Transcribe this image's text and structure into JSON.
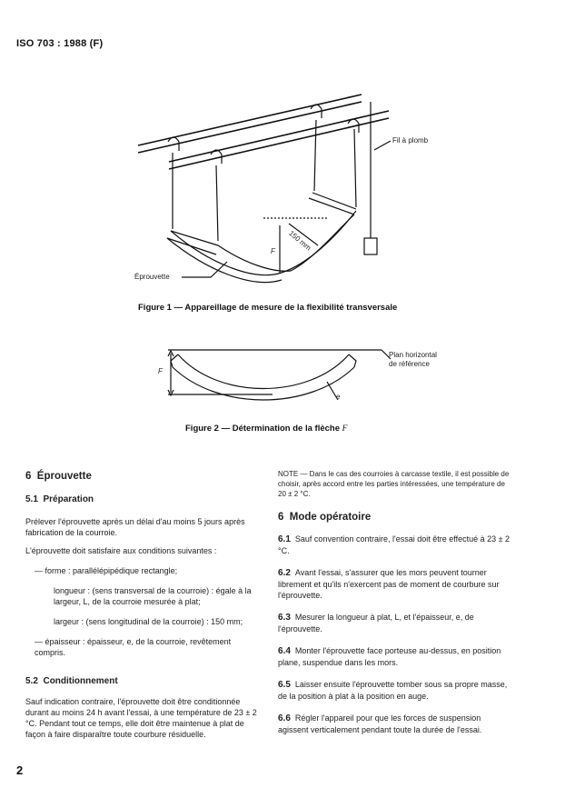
{
  "header": "ISO 703 : 1988 (F)",
  "figure1": {
    "label_fil": "Fil à plomb",
    "label_eprouvette": "Éprouvette",
    "label_150": "150 mm",
    "label_F": "F",
    "caption": "Figure 1 — Appareillage de mesure de la flexibilité transversale"
  },
  "figure2": {
    "label_plan_1": "Plan horizontal",
    "label_plan_2": "de référence",
    "label_F": "F",
    "label_e": "e",
    "caption": "Figure 2 — Détermination de la flèche",
    "caption_var": "F"
  },
  "left": {
    "s6_num": "6",
    "s6_title": "Éprouvette",
    "s51_num": "5.1",
    "s51_title": "Préparation",
    "p1": "Prélever l'éprouvette après un délai d'au moins 5 jours après fabrication de la courroie.",
    "p2": "L'éprouvette doit satisfaire aux conditions suivantes :",
    "b1": "—   forme : parallélépipédique rectangle;",
    "b2": "longueur : (sens transversal de la courroie) : égale à la largeur, L, de la courroie mesurée à plat;",
    "b3": "largeur : (sens longitudinal de la courroie) : 150 mm;",
    "b4": "—   épaisseur : épaisseur, e, de la courroie, revêtement compris.",
    "s52_num": "5.2",
    "s52_title": "Conditionnement",
    "p3": "Sauf indication contraire, l'éprouvette doit être conditionnée durant au moins 24 h avant l'essai, à une température de 23 ± 2 °C. Pendant tout ce temps, elle doit être maintenue à plat de façon à faire disparaître toute courbure résiduelle."
  },
  "right": {
    "note": "NOTE — Dans le cas des courroies à carcasse textile, il est possible de choisir, après accord entre les parties intéressées, une température de 20 ± 2 °C.",
    "s6_num": "6",
    "s6_title": "Mode opératoire",
    "i61_num": "6.1",
    "i61": "Sauf convention contraire, l'essai doit être effectué à 23 ± 2 °C.",
    "i62_num": "6.2",
    "i62": "Avant l'essai, s'assurer que les mors peuvent tourner librement et qu'ils n'exercent pas de moment de courbure sur l'éprouvette.",
    "i63_num": "6.3",
    "i63": "Mesurer la longueur à plat, L, et l'épaisseur, e, de l'éprouvette.",
    "i64_num": "6.4",
    "i64": "Monter l'éprouvette face porteuse au-dessus, en position plane, suspendue dans les mors.",
    "i65_num": "6.5",
    "i65": "Laisser ensuite l'éprouvette tomber sous sa propre masse, de la position à plat à la position en auge.",
    "i66_num": "6.6",
    "i66": "Régler l'appareil pour que les forces de suspension agissent verticalement pendant toute la durée de l'essai."
  },
  "page_number": "2"
}
